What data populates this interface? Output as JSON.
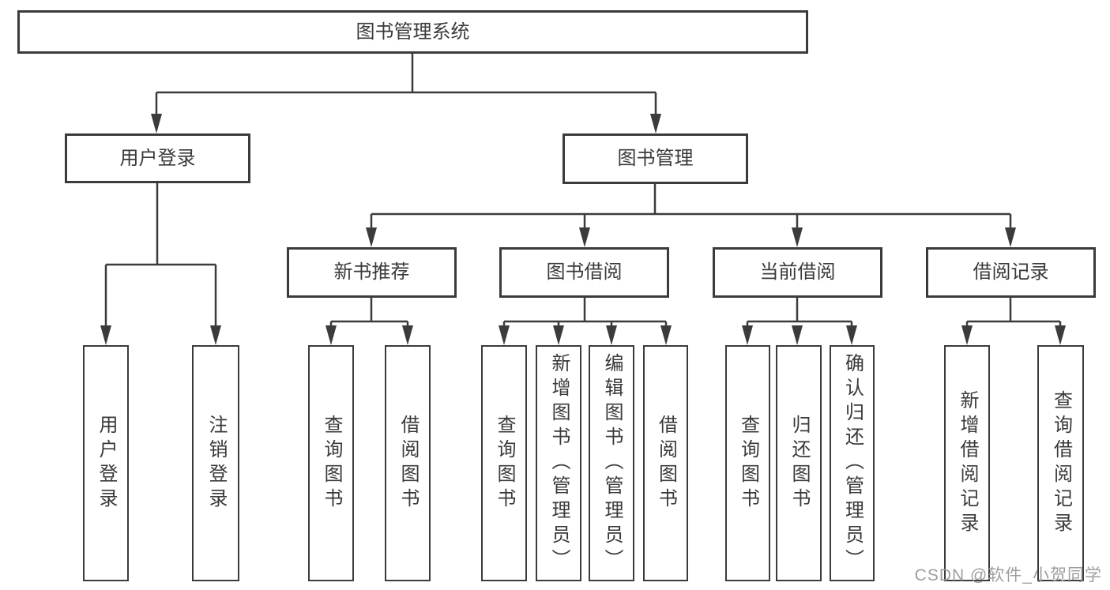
{
  "diagram": {
    "root": {
      "label": "图书管理系统"
    },
    "level2": [
      {
        "id": "user-login",
        "label": "用户登录"
      },
      {
        "id": "book-management",
        "label": "图书管理"
      }
    ],
    "level3": [
      {
        "id": "new-book-recommend",
        "label": "新书推荐"
      },
      {
        "id": "book-borrow",
        "label": "图书借阅"
      },
      {
        "id": "current-borrow",
        "label": "当前借阅"
      },
      {
        "id": "borrow-records",
        "label": "借阅记录"
      }
    ],
    "leaves": [
      {
        "parent": "user-login",
        "label": "用户登录"
      },
      {
        "parent": "user-login",
        "label": "注销登录"
      },
      {
        "parent": "new-book-recommend",
        "label": "查询图书"
      },
      {
        "parent": "new-book-recommend",
        "label": "借阅图书"
      },
      {
        "parent": "book-borrow",
        "label": "查询图书"
      },
      {
        "parent": "book-borrow",
        "label": "新增图书（管理员）"
      },
      {
        "parent": "book-borrow",
        "label": "编辑图书（管理员）"
      },
      {
        "parent": "book-borrow",
        "label": "借阅图书"
      },
      {
        "parent": "current-borrow",
        "label": "查询图书"
      },
      {
        "parent": "current-borrow",
        "label": "归还图书"
      },
      {
        "parent": "current-borrow",
        "label": "确认归还（管理员）"
      },
      {
        "parent": "borrow-records",
        "label": "新增借阅记录"
      },
      {
        "parent": "borrow-records",
        "label": "查询借阅记录"
      }
    ]
  },
  "watermark": {
    "text": "CSDN @软件_小贺同学"
  },
  "colors": {
    "line": "#3b3b3b",
    "box_border": "#3b3b3b",
    "text": "#3a3a3a",
    "watermark": "#9e9e9e",
    "background": "#ffffff"
  }
}
